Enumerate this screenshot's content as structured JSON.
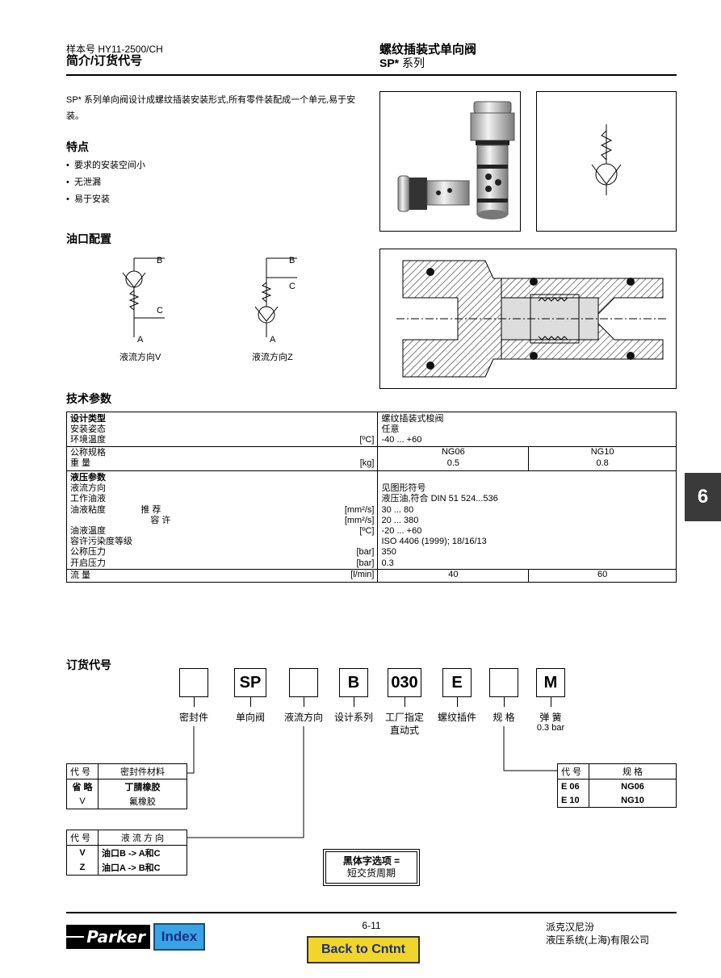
{
  "header": {
    "catalog_no": "样本号 HY11-2500/CH",
    "section": "简介/订货代号",
    "product_title": "螺纹插装式单向阀",
    "series_code": "SP*",
    "series_suffix": "系列"
  },
  "intro": "SP* 系列单向阀设计成螺纹插装安装形式,所有零件装配成一个单元,易于安装。",
  "features": {
    "heading": "特点",
    "items": [
      "要求的安装空间小",
      "无泄漏",
      "易于安装"
    ]
  },
  "port_config": {
    "heading": "油口配置",
    "symbol_v": {
      "caption": "液流方向V",
      "ports": [
        "B",
        "C",
        "A"
      ]
    },
    "symbol_z": {
      "caption": "液流方向Z",
      "ports": [
        "B",
        "C",
        "A"
      ]
    }
  },
  "side_tab": "6",
  "tech_params": {
    "heading": "技术参数",
    "general": {
      "title": "设计类型",
      "value": "螺纹插装式梭阀",
      "rows": [
        {
          "label": "安装姿态",
          "unit": "",
          "value": "任意"
        },
        {
          "label": "环境温度",
          "unit": "[ºC]",
          "value": "-40 ... +60"
        }
      ],
      "size_label": "公称规格",
      "sizes": [
        "NG06",
        "NG10"
      ],
      "weight_label": "重 量",
      "weight_unit": "[kg]",
      "weights": [
        "0.5",
        "0.8"
      ]
    },
    "hydraulic": {
      "title": "液压参数",
      "rows": [
        {
          "label": "液流方向",
          "sub": "",
          "unit": "",
          "value": "见图形符号"
        },
        {
          "label": "工作油液",
          "sub": "",
          "unit": "",
          "value": "液压油,符合 DIN 51 524...536"
        },
        {
          "label": "油液粘度",
          "sub": "推 荐",
          "unit": "[mm²/s]",
          "value": "30 ... 80"
        },
        {
          "label": "",
          "sub": "容 许",
          "unit": "[mm²/s]",
          "value": "20 ... 380"
        },
        {
          "label": "油液温度",
          "sub": "",
          "unit": "[ºC]",
          "value": "-20 ... +60"
        },
        {
          "label": "容许污染度等级",
          "sub": "",
          "unit": "",
          "value": "ISO 4406 (1999); 18/16/13"
        },
        {
          "label": "公称压力",
          "sub": "",
          "unit": "[bar]",
          "value": "350"
        },
        {
          "label": "开启压力",
          "sub": "",
          "unit": "[bar]",
          "value": "0.3"
        }
      ],
      "flow_label": "流 量",
      "flow_unit": "[l/min]",
      "flows": [
        "40",
        "60"
      ]
    }
  },
  "ordering": {
    "heading": "订货代号",
    "codes": [
      "",
      "SP",
      "",
      "B",
      "030",
      "E",
      "",
      "M"
    ],
    "labels": [
      "密封件",
      "单向阀",
      "液流方向",
      "设计系列",
      "工厂指定",
      "螺纹插件",
      "规 格",
      "弹 簧"
    ],
    "sublabels": [
      "",
      "",
      "",
      "",
      "直动式",
      "",
      "",
      "0.3 bar"
    ],
    "seal_table": {
      "headers": [
        "代 号",
        "密封件材料"
      ],
      "rows": [
        [
          "省 略",
          "丁腈橡胶"
        ],
        [
          "V",
          "氟橡胶"
        ]
      ]
    },
    "flow_table": {
      "headers": [
        "代 号",
        "液 流 方 向"
      ],
      "rows": [
        [
          "V",
          "油口B -> A和C"
        ],
        [
          "Z",
          "油口A -> B和C"
        ]
      ]
    },
    "size_table": {
      "headers": [
        "代 号",
        "规 格"
      ],
      "rows": [
        [
          "E 06",
          "NG06"
        ],
        [
          "E 10",
          "NG10"
        ]
      ]
    },
    "note": [
      "黑体字选项 =",
      "短交货周期"
    ]
  },
  "footer": {
    "brand": "Parker",
    "index_label": "Index",
    "page_no": "6-11",
    "back_label": "Back to Cntnt",
    "company_line1": "派克汉尼汾",
    "company_line2": "液压系统(上海)有限公司"
  },
  "colors": {
    "accent_blue": "#3aa3e3",
    "back_button_yellow": "#f2d52a",
    "tab_dark": "#3a3a3a"
  }
}
